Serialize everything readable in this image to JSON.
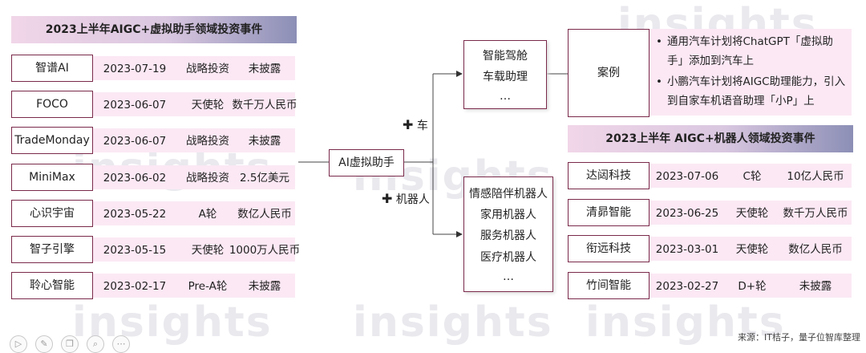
{
  "left_table": {
    "title": "2023上半年AIGC+虚拟助手领域投资事件",
    "rows": [
      {
        "name": "智谱AI",
        "date": "2023-07-19",
        "round": "战略投资",
        "amount": "未披露"
      },
      {
        "name": "FOCO",
        "date": "2023-06-07",
        "round": "天使轮",
        "amount": "数千万人民币"
      },
      {
        "name": "TradeMonday",
        "date": "2023-06-07",
        "round": "战略投资",
        "amount": "未披露"
      },
      {
        "name": "MiniMax",
        "date": "2023-06-02",
        "round": "战略投资",
        "amount": "2.5亿美元"
      },
      {
        "name": "心识宇宙",
        "date": "2023-05-22",
        "round": "A轮",
        "amount": "数亿人民币"
      },
      {
        "name": "智子引擎",
        "date": "2023-05-15",
        "round": "天使轮",
        "amount": "1000万人民币"
      },
      {
        "name": "聆心智能",
        "date": "2023-02-17",
        "round": "Pre-A轮",
        "amount": "未披露"
      }
    ]
  },
  "center": {
    "hub_label": "AI虚拟助手",
    "branch_car_label": "车",
    "branch_robot_label": "机器人",
    "car_items": [
      "智能驾舱",
      "车载助理",
      "…"
    ],
    "robot_items": [
      "情感陪伴机器人",
      "家用机器人",
      "服务机器人",
      "医疗机器人",
      "…"
    ],
    "case_label": "案例",
    "case_bullets": [
      "通用汽车计划将ChatGPT「虚拟助手」添加到汽车上",
      "小鹏汽车计划将AIGC助理能力，引入到自家车机语音助理「小P」上"
    ]
  },
  "right_table": {
    "title": "2023上半年 AIGC+机器人领域投资事件",
    "rows": [
      {
        "name": "达闼科技",
        "date": "2023-07-06",
        "round": "C轮",
        "amount": "10亿人民币"
      },
      {
        "name": "清昴智能",
        "date": "2023-06-25",
        "round": "天使轮",
        "amount": "数千万人民币"
      },
      {
        "name": "衔远科技",
        "date": "2023-03-01",
        "round": "天使轮",
        "amount": "数亿人民币"
      },
      {
        "name": "竹间智能",
        "date": "2023-02-27",
        "round": "D+轮",
        "amount": "未披露"
      }
    ]
  },
  "source_note": "来源：IT桔子，量子位智库整理",
  "watermark_text": "insights",
  "colors": {
    "accent_border": "#7a2a4a",
    "band": "#fbe8f4",
    "title_gradient_end": "#8c8fb6"
  },
  "player_controls": [
    "play-icon",
    "pen-icon",
    "copy-icon",
    "zoom-icon",
    "more-icon"
  ]
}
